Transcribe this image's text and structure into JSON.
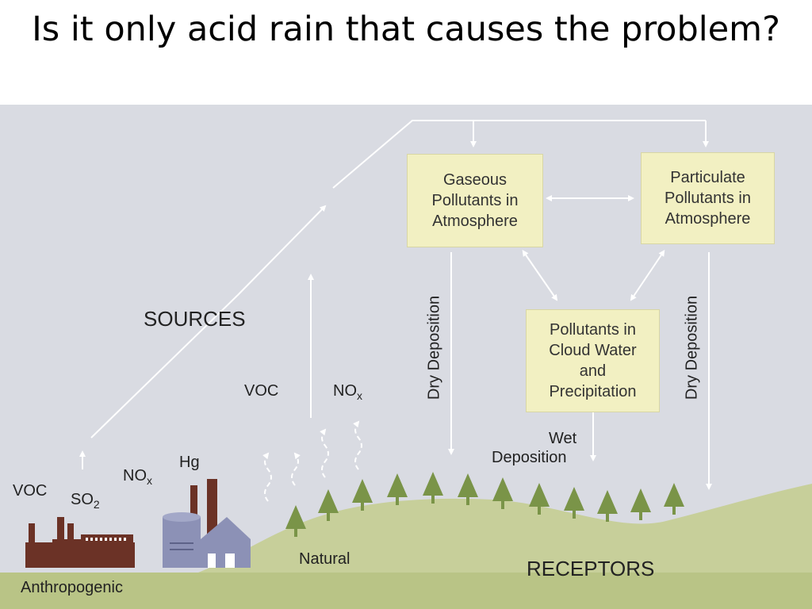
{
  "title": "Is it only acid rain that causes the problem?",
  "diagram": {
    "boxes": {
      "gaseous": "Gaseous\nPollutants in\nAtmosphere",
      "particulate": "Particulate\nPollutants in\nAtmosphere",
      "cloud": "Pollutants in\nCloud Water\nand\nPrecipitation"
    },
    "labels": {
      "sources": "SOURCES",
      "receptors": "RECEPTORS",
      "natural": "Natural",
      "anthropogenic": "Anthropogenic",
      "wet_deposition_1": "Wet",
      "wet_deposition_2": "Deposition",
      "dry_deposition_left": "Dry Deposition",
      "dry_deposition_right": "Dry Deposition",
      "voc_natural": "VOC",
      "nox_natural_base": "NO",
      "nox_natural_sub": "x",
      "voc_anthro": "VOC",
      "so2_base": "SO",
      "so2_sub": "2",
      "nox_anthro_base": "NO",
      "nox_anthro_sub": "x",
      "hg": "Hg"
    },
    "colors": {
      "background": "#d9dbe2",
      "box_fill": "#f2f0c2",
      "ground": "#c7cf9a",
      "tree": "#7a9448",
      "factory": "#6b3226",
      "power_plant": "#8c91b6"
    }
  }
}
